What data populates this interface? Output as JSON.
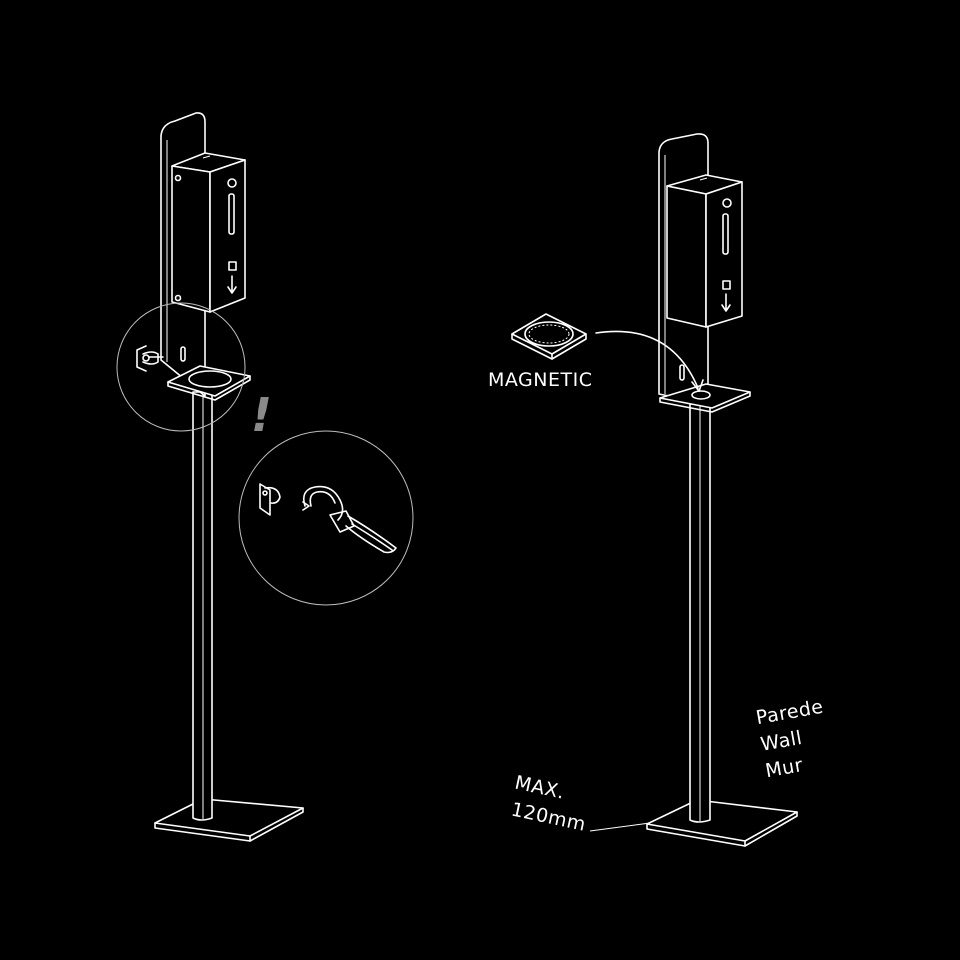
{
  "labels": {
    "magnetic": "MAGNETIC",
    "warning_mark": "!",
    "max_line1": "MAX.",
    "max_line2": "120mm",
    "wall_pt": "Parede",
    "wall_en": "Wall",
    "wall_fr": "Mur"
  },
  "colors": {
    "background": "#000000",
    "line": "#ffffff",
    "callout": "#bdbdbd",
    "warning": "#8a8a8a"
  }
}
